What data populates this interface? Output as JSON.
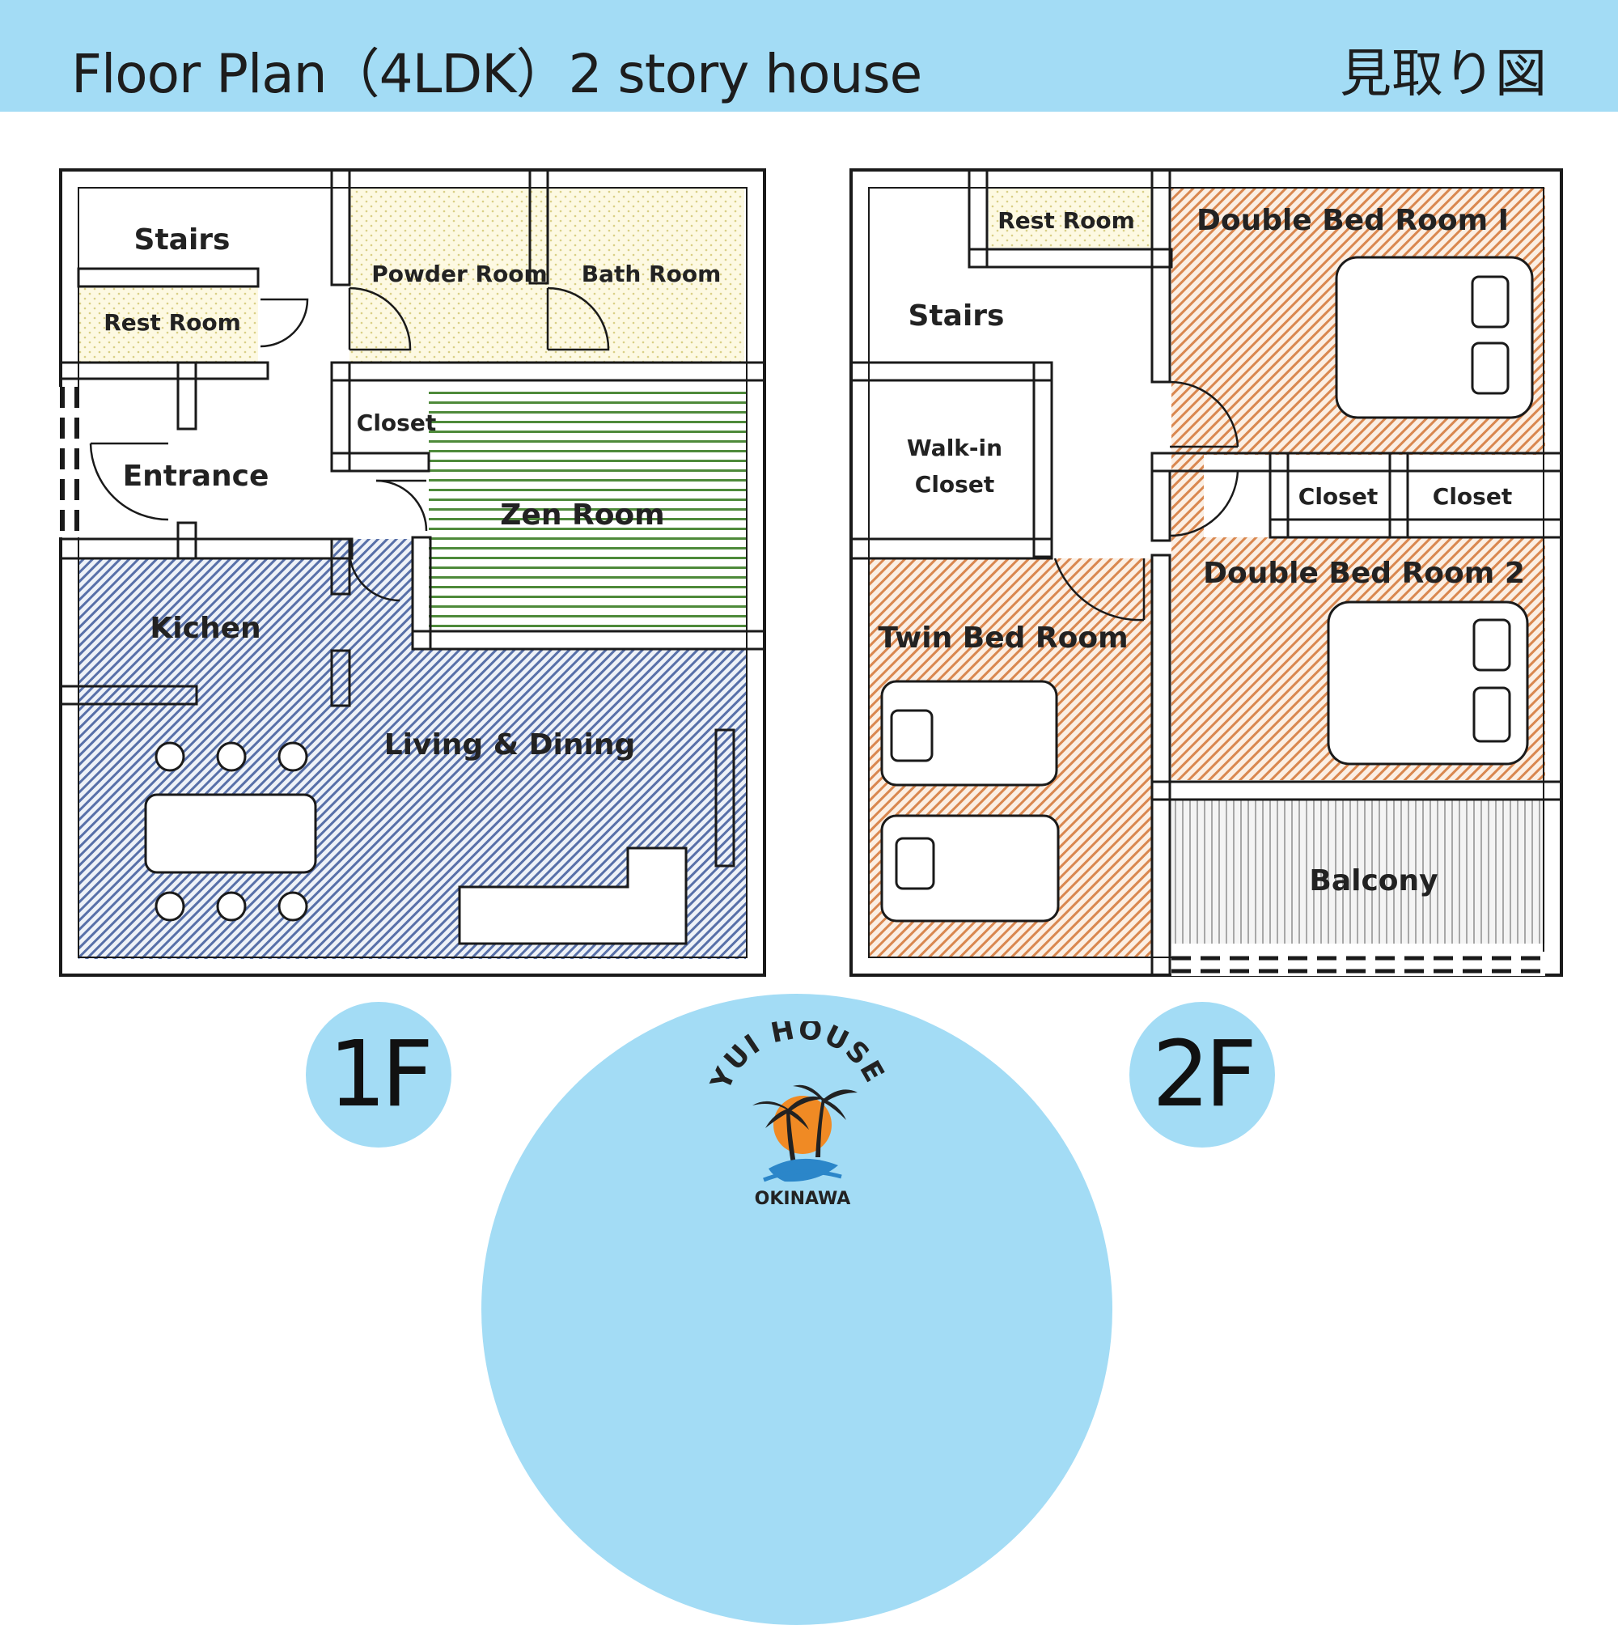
{
  "header": {
    "title": "Floor Plan（4LDK）2 story house",
    "japanese_title": "見取り図"
  },
  "floor1": {
    "badge": "1F",
    "rooms": {
      "stairs": "Stairs",
      "rest_room": "Rest Room",
      "powder_room": "Powder Room",
      "bath_room": "Bath Room",
      "closet": "Closet",
      "entrance": "Entrance",
      "zen_room": "Zen Room",
      "kitchen": "Kichen",
      "living_dining": "Living & Dining"
    }
  },
  "floor2": {
    "badge": "2F",
    "rooms": {
      "rest_room": "Rest Room",
      "double_bed_1": "Double Bed Room Ⅰ",
      "stairs": "Stairs",
      "walk_in_line1": "Walk-in",
      "walk_in_line2": "Closet",
      "closet_a": "Closet",
      "closet_b": "Closet",
      "double_bed_2": "Double Bed Room 2",
      "twin_bed": "Twin Bed Room",
      "balcony": "Balcony"
    }
  },
  "logo": {
    "brand": "YUI HOUSE",
    "location": "OKINAWA"
  },
  "colors": {
    "header": "#a3dcf5",
    "wall": "#1a1a1a",
    "wet_area": "#fbf5d4",
    "zen_stripe": "#4e8a3a",
    "living_hatch": "#5870a8",
    "bedroom_hatch": "#d9874f",
    "logo_sun": "#f08a24",
    "logo_wave": "#2b86c9"
  }
}
